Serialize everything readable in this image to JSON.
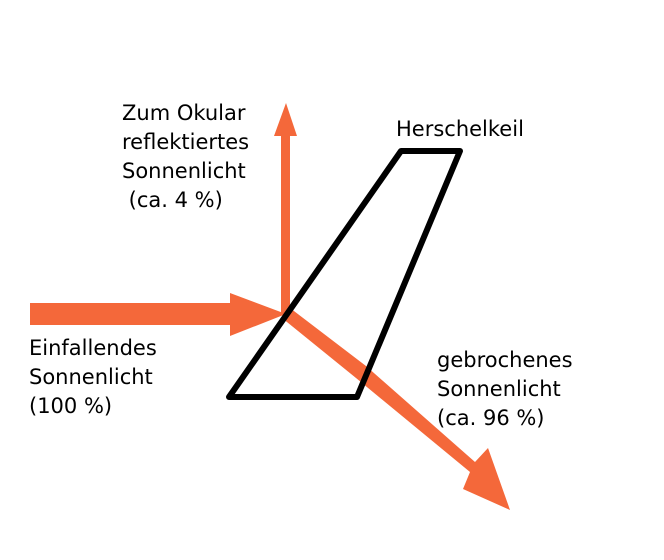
{
  "labels": {
    "reflected": [
      "Zum Okular",
      "reflektiertes",
      "Sonnenlicht",
      " (ca. 4 %)"
    ],
    "wedge": "Herschelkeil",
    "incident": [
      "Einfallendes",
      "Sonnenlicht",
      "(100 %)"
    ],
    "refracted": [
      "gebrochenes",
      "Sonnenlicht",
      "(ca. 96 %)"
    ]
  },
  "colors": {
    "light_beam": "#f4683a",
    "wedge_outline": "#000000"
  }
}
